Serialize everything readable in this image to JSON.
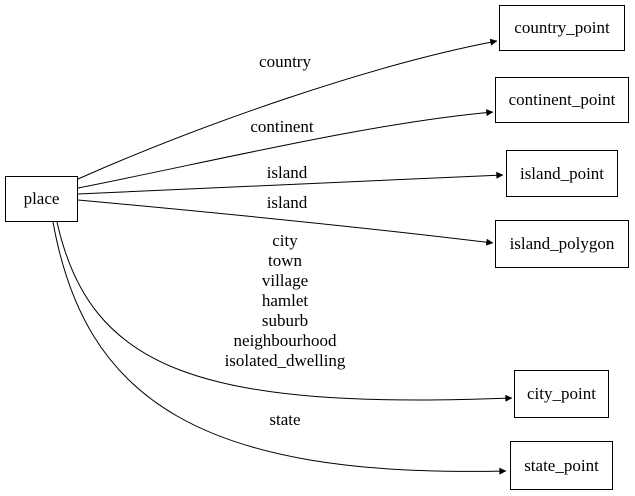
{
  "graph": {
    "background_color": "#ffffff",
    "stroke_color": "#000000",
    "text_color": "#000000",
    "node_fill_color": "#ffffff"
  },
  "nodes": [
    {
      "id": "place",
      "label": "place"
    },
    {
      "id": "country_point",
      "label": "country_point"
    },
    {
      "id": "continent_point",
      "label": "continent_point"
    },
    {
      "id": "island_point",
      "label": "island_point"
    },
    {
      "id": "island_polygon",
      "label": "island_polygon"
    },
    {
      "id": "city_point",
      "label": "city_point"
    },
    {
      "id": "state_point",
      "label": "state_point"
    }
  ],
  "edges": [
    {
      "from": "place",
      "to": "country_point",
      "label": "country"
    },
    {
      "from": "place",
      "to": "continent_point",
      "label": "continent"
    },
    {
      "from": "place",
      "to": "island_point",
      "label": "island"
    },
    {
      "from": "place",
      "to": "island_polygon",
      "label": "island"
    },
    {
      "from": "place",
      "to": "city_point",
      "label_lines": [
        "city",
        "town",
        "village",
        "hamlet",
        "suburb",
        "neighbourhood",
        "isolated_dwelling"
      ]
    },
    {
      "from": "place",
      "to": "state_point",
      "label": "state"
    }
  ]
}
